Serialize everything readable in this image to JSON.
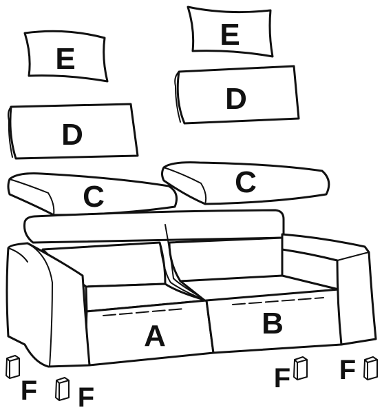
{
  "labels": {
    "cushion_cover_back_left": "E",
    "cushion_cover_back_right": "E",
    "back_cushion_left": "D",
    "back_cushion_right": "D",
    "seat_cushion_left": "C",
    "seat_cushion_right": "C",
    "seat_cover_left": "A",
    "seat_cover_right": "B",
    "foot_left_1": "F",
    "foot_left_2": "F",
    "foot_right_1": "F",
    "foot_right_2": "F"
  },
  "colors": {
    "line": "#111111",
    "background": "#ffffff"
  }
}
